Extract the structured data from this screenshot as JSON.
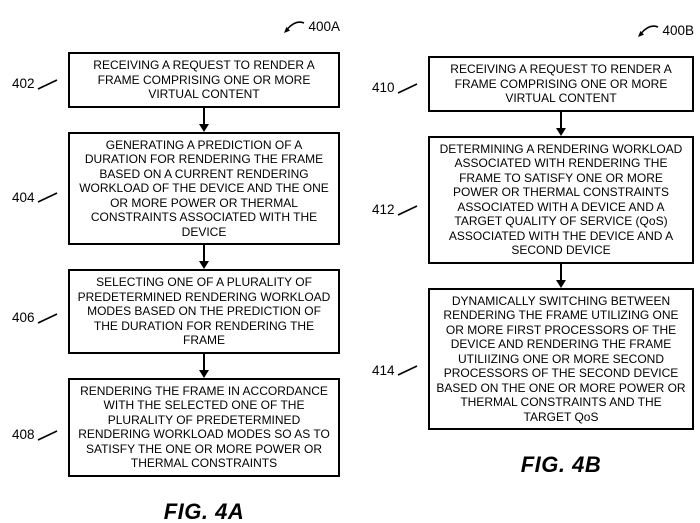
{
  "colors": {
    "ink": "#000000",
    "background": "#ffffff"
  },
  "figure_a": {
    "ref": "400A",
    "caption": "FIG. 4A",
    "steps": [
      {
        "num": "402",
        "text": "RECEIVING A REQUEST TO RENDER A FRAME COMPRISING ONE OR MORE VIRTUAL CONTENT"
      },
      {
        "num": "404",
        "text": "GENERATING A PREDICTION OF A DURATION FOR RENDERING THE FRAME BASED ON A CURRENT RENDERING WORKLOAD OF THE DEVICE AND THE ONE OR MORE POWER OR THERMAL CONSTRAINTS ASSOCIATED WITH THE DEVICE"
      },
      {
        "num": "406",
        "text": "SELECTING ONE OF A PLURALITY OF PREDETERMINED RENDERING WORKLOAD MODES BASED ON THE PREDICTION OF THE DURATION FOR RENDERING THE FRAME"
      },
      {
        "num": "408",
        "text": "RENDERING THE FRAME IN ACCORDANCE WITH THE SELECTED ONE OF THE PLURALITY OF PREDETERMINED RENDERING WORKLOAD MODES SO AS TO SATISFY THE ONE OR MORE POWER OR THERMAL CONSTRAINTS"
      }
    ]
  },
  "figure_b": {
    "ref": "400B",
    "caption": "FIG. 4B",
    "steps": [
      {
        "num": "410",
        "text": "RECEIVING A REQUEST TO RENDER A FRAME COMPRISING ONE OR MORE VIRTUAL CONTENT"
      },
      {
        "num": "412",
        "text": "DETERMINING A RENDERING WORKLOAD ASSOCIATED WITH RENDERING THE FRAME TO SATISFY ONE OR MORE POWER OR THERMAL CONSTRAINTS ASSOCIATED WITH A DEVICE AND A TARGET QUALITY OF SERVICE (QoS) ASSOCIATED WITH THE DEVICE AND A SECOND DEVICE"
      },
      {
        "num": "414",
        "text": "DYNAMICALLY SWITCHING BETWEEN RENDERING THE FRAME UTILIZING ONE OR MORE FIRST PROCESSORS OF THE DEVICE AND RENDERING THE FRAME UTILIIZING ONE OR MORE SECOND PROCESSORS OF THE SECOND DEVICE BASED ON THE ONE OR MORE POWER OR THERMAL CONSTRAINTS AND THE TARGET QoS"
      }
    ]
  }
}
